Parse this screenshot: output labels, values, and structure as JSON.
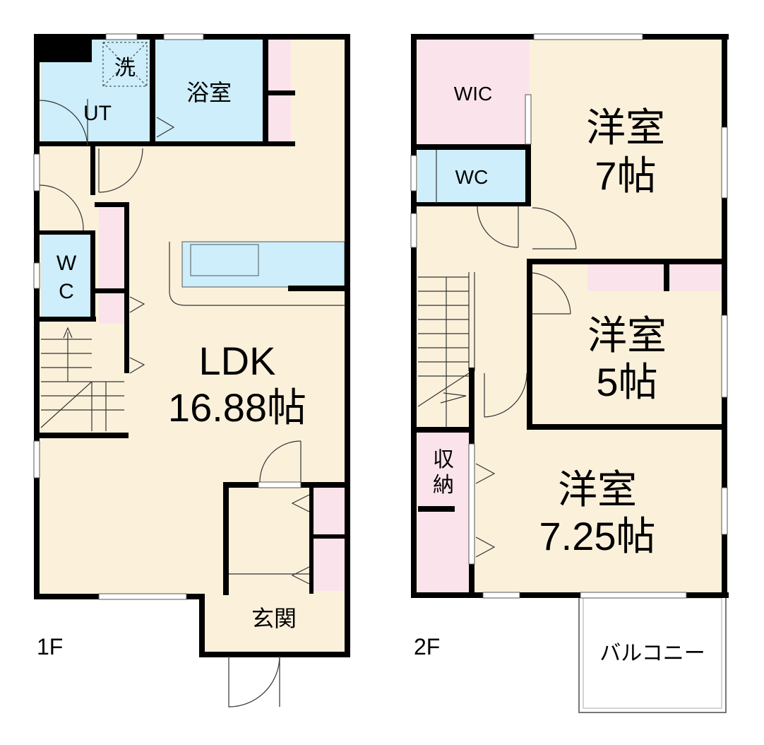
{
  "floor1": {
    "level_label": "1F",
    "rooms": {
      "laundry": "洗",
      "bath": "浴室",
      "ut": "UT",
      "wc_top": "W",
      "wc_bottom": "C",
      "ldk_name": "LDK",
      "ldk_size": "16.88帖",
      "entrance": "玄関"
    }
  },
  "floor2": {
    "level_label": "2F",
    "rooms": {
      "wic": "WIC",
      "wc": "WC",
      "bedroom1_name": "洋室",
      "bedroom1_size": "7帖",
      "bedroom2_name": "洋室",
      "bedroom2_size": "5帖",
      "bedroom3_name": "洋室",
      "bedroom3_size": "7.25帖",
      "storage_top": "収",
      "storage_bottom": "納",
      "balcony": "バルコニー"
    }
  },
  "colors": {
    "floor_beige": "#fbf1db",
    "wet_blue": "#cdeefa",
    "storage_pink": "#fbe3ec",
    "wall": "#000000"
  }
}
